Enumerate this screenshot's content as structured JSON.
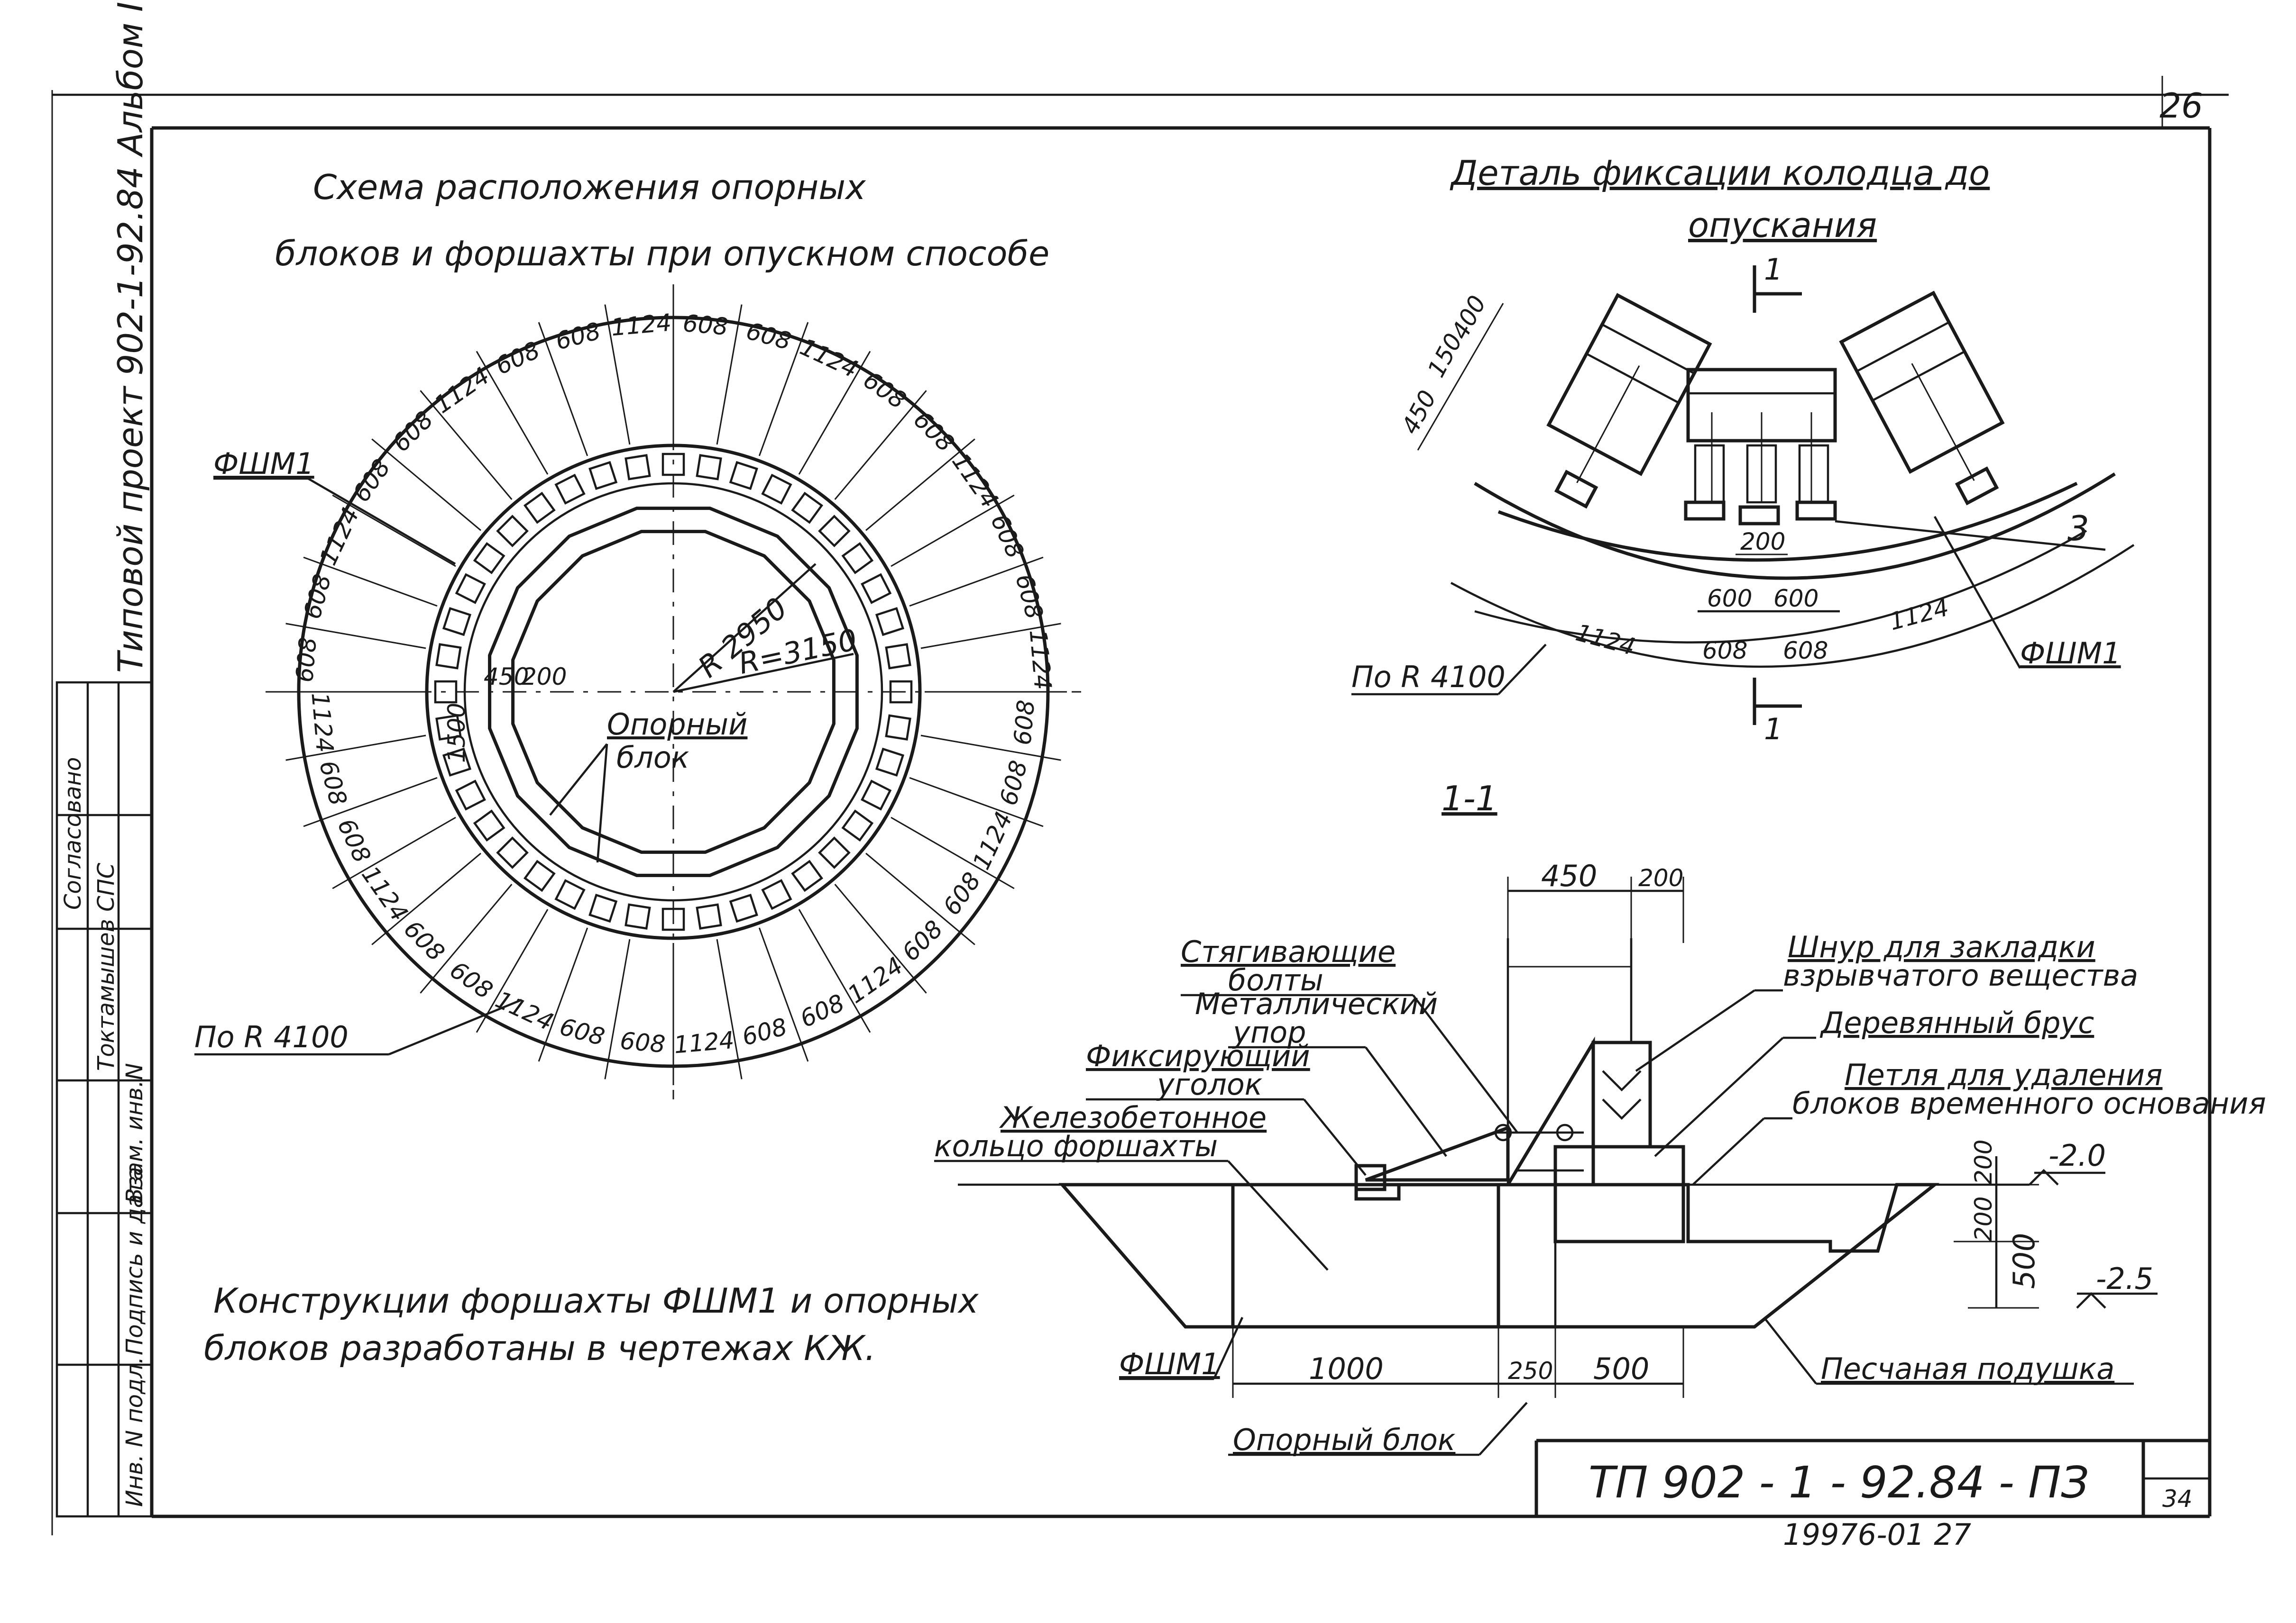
{
  "sheet": {
    "page_number": "26",
    "corner_number": "34",
    "bottom_number": "19976-01  27",
    "side_project_label": "Типовой проект 902-1-92.84 Альбом I"
  },
  "stamp_left": {
    "col1": "Согласовано",
    "col2": "Токтамышев СПС",
    "r1": "Инв. N подл.",
    "r2": "Подпись и дата",
    "r3": "Взам. инв.N"
  },
  "main_view": {
    "title_line1": "Схема расположения опорных",
    "title_line2": "блоков и форшахты при опускном способе",
    "label_fsh": "ФШМ1",
    "label_radius_outer": "По R 4100",
    "label_r1": "R 2950",
    "label_r2": "R=3150",
    "label_support_line1": "Опорный",
    "label_support_line2": "блок",
    "dim_450": "450",
    "dim_200": "200",
    "dim_1500": "1500",
    "ring_dims": [
      "608",
      "608",
      "1124",
      "608",
      "608",
      "1124",
      "608",
      "608",
      "1124",
      "608",
      "608",
      "1124",
      "608",
      "608",
      "1124",
      "608",
      "608",
      "1124",
      "608",
      "608",
      "1124",
      "608",
      "608",
      "1124",
      "608",
      "608",
      "1124",
      "608",
      "608",
      "1124",
      "608",
      "608",
      "1124",
      "608",
      "608",
      "1124"
    ]
  },
  "detail_view": {
    "title_line1": "Деталь фиксации колодца до",
    "title_line2": "опускания",
    "cut_mark": "1",
    "dims": {
      "d450": "450",
      "d150": "150",
      "d400": "400",
      "d200": "200",
      "d600a": "600",
      "d600b": "600",
      "d1124a": "1124",
      "d608a": "608",
      "d608b": "608",
      "d1124b": "1124"
    },
    "label_radius": "По R 4100",
    "label_fsh": "ФШМ1",
    "label_3": "3"
  },
  "section_view": {
    "title": "1-1",
    "dim_450": "450",
    "dim_200": "200",
    "dim_1000": "1000",
    "dim_250": "250",
    "dim_500": "500",
    "dim_v200a": "200",
    "dim_v200b": "200",
    "dim_v500": "500",
    "level_1": "-2.0",
    "level_2": "-2.5",
    "labels": {
      "bolts_1": "Стягивающие",
      "bolts_2": "болты",
      "stop_1": "Металлический",
      "stop_2": "упор",
      "angle_1": "Фиксирующий",
      "angle_2": "уголок",
      "ring_1": "Железобетонное",
      "ring_2": "кольцо форшахты",
      "cord_1": "Шнур для закладки",
      "cord_2": "взрывчатого вещества",
      "beam": "Деревянный брус",
      "loop_1": "Петля для удаления",
      "loop_2": "блоков временного основания",
      "sand": "Песчаная подушка",
      "support": "Опорный блок",
      "fsh": "ФШМ1"
    }
  },
  "note": {
    "line1": "Конструкции форшахты ФШМ1 и опорных",
    "line2": "блоков разработаны в чертежах КЖ."
  },
  "title_block": {
    "code": "ТП 902 - 1 - 92.84 - ПЗ"
  }
}
